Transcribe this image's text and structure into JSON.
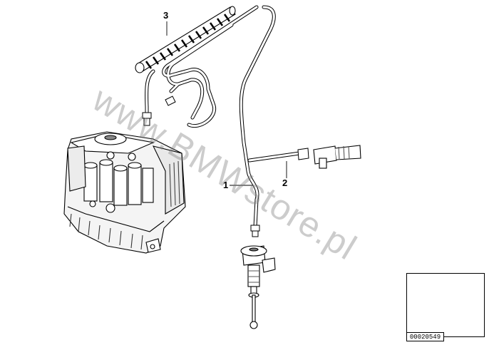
{
  "diagram": {
    "callouts": [
      {
        "id": "1",
        "label": "1"
      },
      {
        "id": "2",
        "label": "2"
      },
      {
        "id": "3",
        "label": "3"
      }
    ],
    "watermark_text": "www.BMWstore.pl",
    "thumbnail_code": "00020549"
  },
  "colors": {
    "line": "#000000",
    "shade": "#555555",
    "watermark": "#808080",
    "background": "#ffffff"
  }
}
